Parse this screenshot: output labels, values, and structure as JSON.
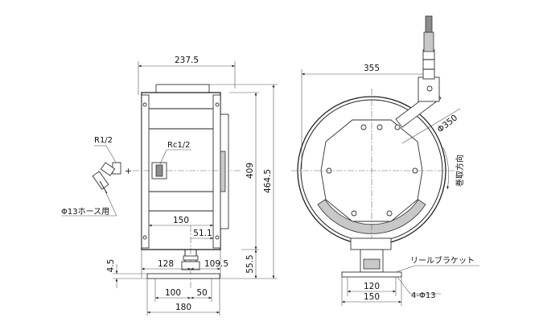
{
  "front_view": {
    "width_label": "237.5",
    "inlet_thread_label": "R1/2",
    "port_thread_label": "Rc1/2",
    "drum_width_label": "150",
    "offset_label": "51.1",
    "left_span_label": "128",
    "right_span_label": "109.5",
    "base_thickness_label": "4.5",
    "bolt_span_label": "100",
    "bolt_offset_label": "50",
    "base_width_label": "180",
    "total_height_label": "464.5",
    "reel_height_label": "409",
    "base_height_label": "55.5",
    "hose_note": "Φ13ホース用"
  },
  "side_view": {
    "depth_label": "355",
    "diameter_label": "Φ350",
    "rotation_note": "巻取方向",
    "bracket_note": "リールブラケット",
    "hole_note": "4-Φ13",
    "bracket_inner_label": "120",
    "bracket_outer_label": "150"
  }
}
